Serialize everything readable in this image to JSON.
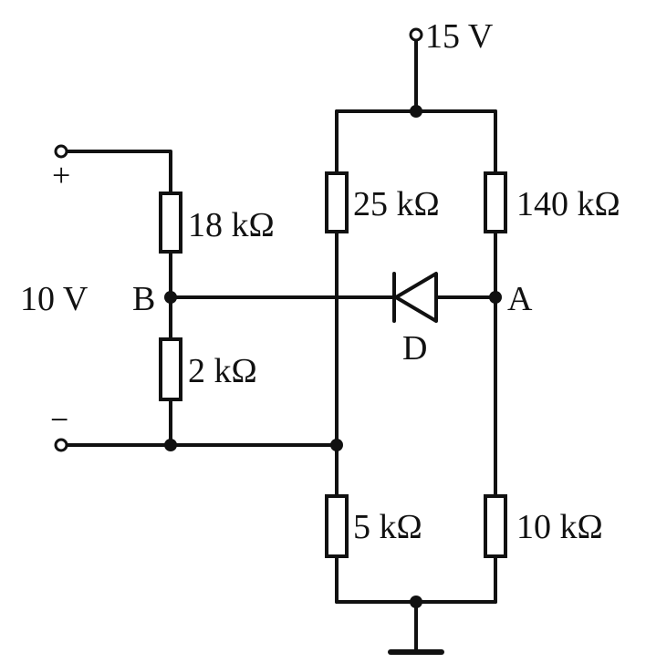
{
  "supply": {
    "voltage_label": "15 V"
  },
  "source": {
    "voltage_label": "10 V",
    "plus_sign": "+",
    "minus_sign": "−"
  },
  "resistors": {
    "r_top_left": "18 kΩ",
    "r_bottom_left": "2 kΩ",
    "r_top_middle": "25 kΩ",
    "r_bottom_middle": "5 kΩ",
    "r_top_right": "140 kΩ",
    "r_bottom_right": "10 kΩ"
  },
  "nodes": {
    "b_label": "B",
    "a_label": "A"
  },
  "diode": {
    "label": "D"
  }
}
